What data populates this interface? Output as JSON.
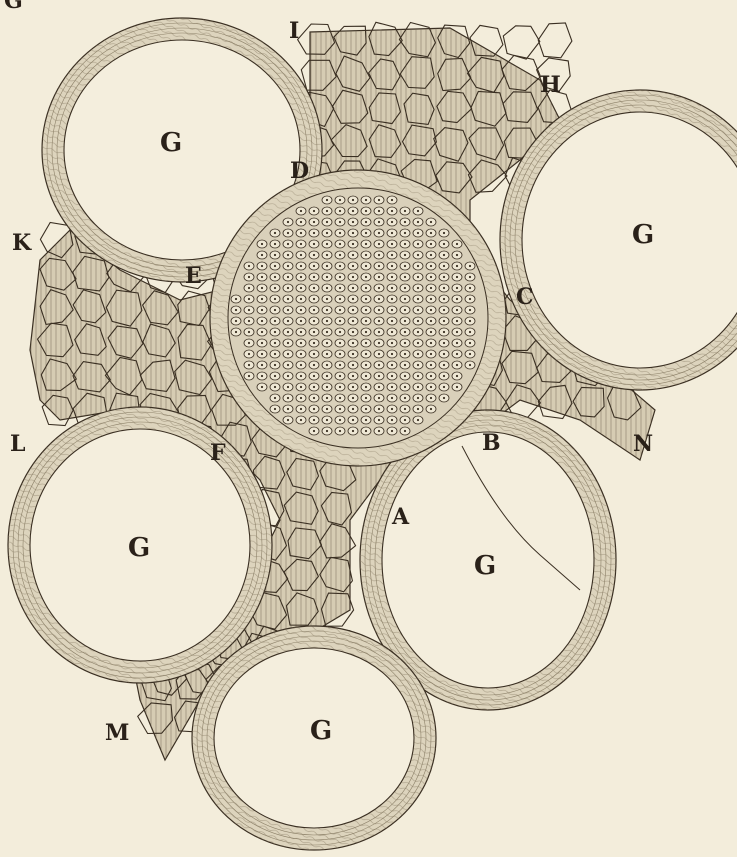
{
  "figure": {
    "ink_color": "#2a2119",
    "paper_color": "#f3eddb",
    "wall_color": "#ddd4bd",
    "tissue_color": "#cbc1a8",
    "labels": {
      "top_left_fragment": "G",
      "I": "I",
      "H": "H",
      "D": "D",
      "E": "E",
      "K": "K",
      "C": "C",
      "L": "L",
      "F": "F",
      "B": "B",
      "N": "N",
      "A": "A",
      "M": "M",
      "vessel_top_left": "G",
      "vessel_right": "G",
      "vessel_bottom_left": "G",
      "vessel_bottom_right": "G",
      "vessel_bottom_center": "G"
    }
  }
}
